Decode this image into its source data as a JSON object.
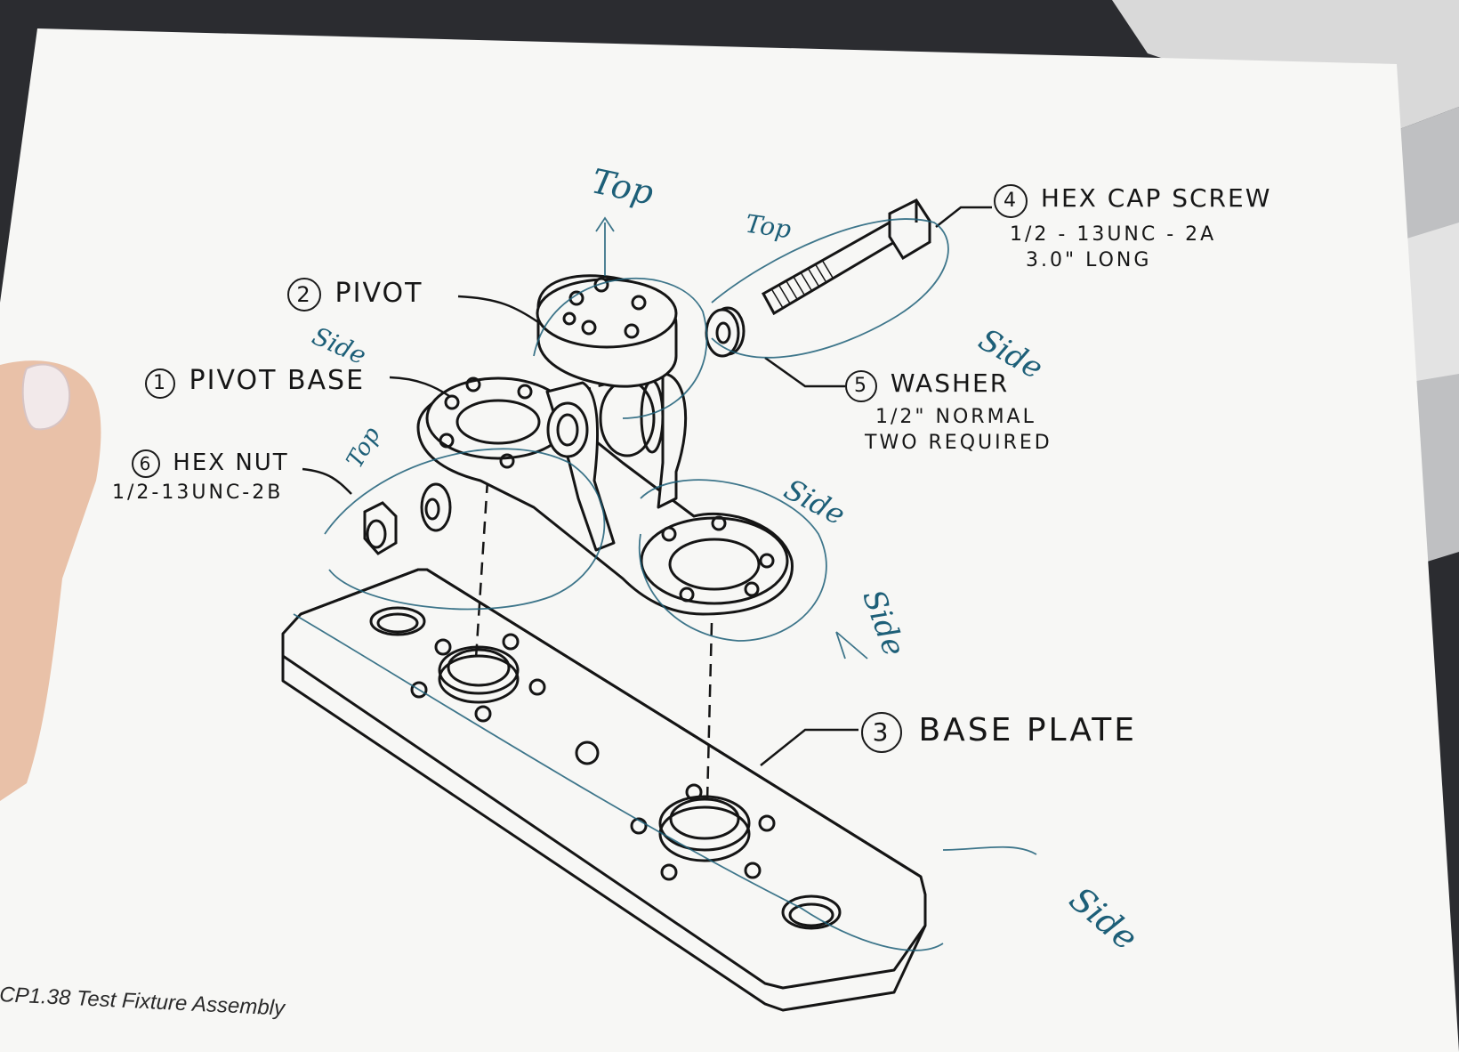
{
  "drawing": {
    "caption": "CP1.38  Test Fixture Assembly",
    "callouts": [
      {
        "number": "1",
        "title": "PIVOT BASE"
      },
      {
        "number": "2",
        "title": "PIVOT"
      },
      {
        "number": "3",
        "title": "BASE PLATE"
      },
      {
        "number": "4",
        "title": "HEX CAP SCREW",
        "spec": [
          "1/2 - 13UNC - 2A",
          "3.0\" LONG"
        ]
      },
      {
        "number": "5",
        "title": "WASHER",
        "spec": [
          "1/2\" NORMAL",
          "TWO REQUIRED"
        ]
      },
      {
        "number": "6",
        "title": "HEX NUT",
        "spec": [
          "1/2-13UNC-2B"
        ]
      }
    ]
  },
  "handwritten_notes": [
    {
      "text": "Top"
    },
    {
      "text": "Top"
    },
    {
      "text": "Side"
    },
    {
      "text": "Side"
    },
    {
      "text": "Side"
    },
    {
      "text": "Side"
    },
    {
      "text": "Side"
    },
    {
      "text": "Top"
    }
  ],
  "colors": {
    "ink": "#161616",
    "pen_annotation": "#1d5f78",
    "paper": "#f7f7f5",
    "background": "#2b2c30",
    "skin": "#e9c1a8",
    "nail_polish": "#f2e9ea"
  }
}
